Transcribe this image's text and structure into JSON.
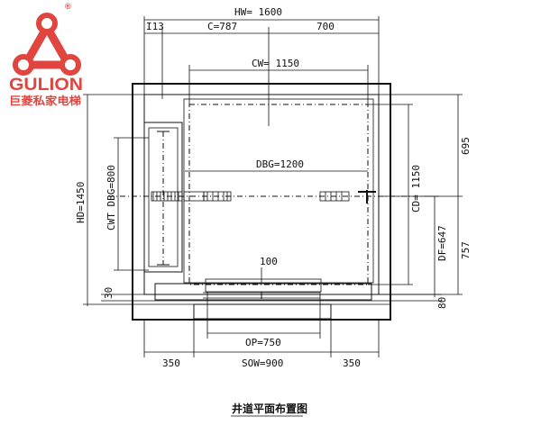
{
  "logo": {
    "brand": "GULION",
    "registered": "®",
    "tagline": "巨菱私家电梯"
  },
  "dimensions": {
    "hw": "HW= 1600",
    "i13": "I13",
    "c": "C=787",
    "seven_hundred": "700",
    "cw": "CW= 1150",
    "dbg": "DBG=1200",
    "hd": "HD=1450",
    "cwt_dbg": "CWT DBG=800",
    "cd": "CD= 1150",
    "df": "DF=647",
    "r695": "695",
    "r757": "757",
    "hundred": "100",
    "thirty": "30",
    "eighty": "80",
    "op": "OP=750",
    "left350": "350",
    "sow": "SOW=900",
    "right350": "350"
  },
  "caption": "井道平面布置图"
}
